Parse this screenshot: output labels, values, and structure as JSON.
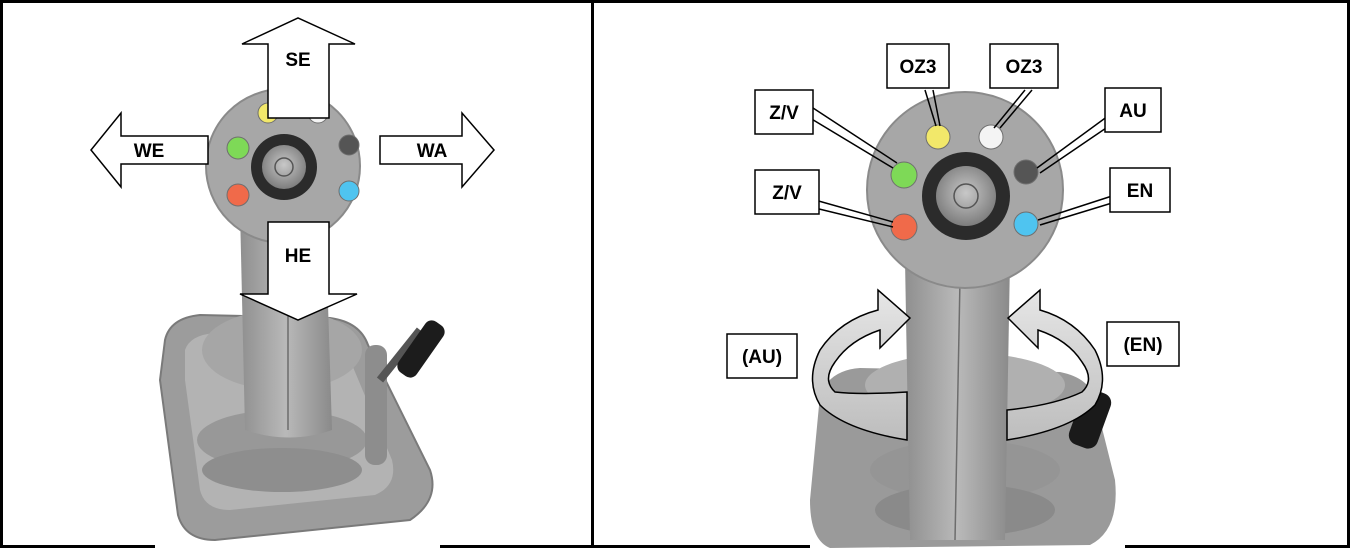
{
  "left_panel": {
    "arrows": {
      "up": "SE",
      "left": "WE",
      "right": "WA",
      "down": "HE"
    }
  },
  "right_panel": {
    "button_labels": {
      "top_left": "OZ3",
      "top_right": "OZ3",
      "green": "Z/V",
      "red": "Z/V",
      "grey": "AU",
      "blue": "EN"
    },
    "rotation_labels": {
      "left": "(AU)",
      "right": "(EN)"
    }
  },
  "colors": {
    "green": "#7ed957",
    "red": "#f06a4a",
    "yellow": "#f2e86a",
    "white": "#f4f4f4",
    "grey": "#555555",
    "blue": "#4fc4f0",
    "body": "#a9a9a9"
  }
}
